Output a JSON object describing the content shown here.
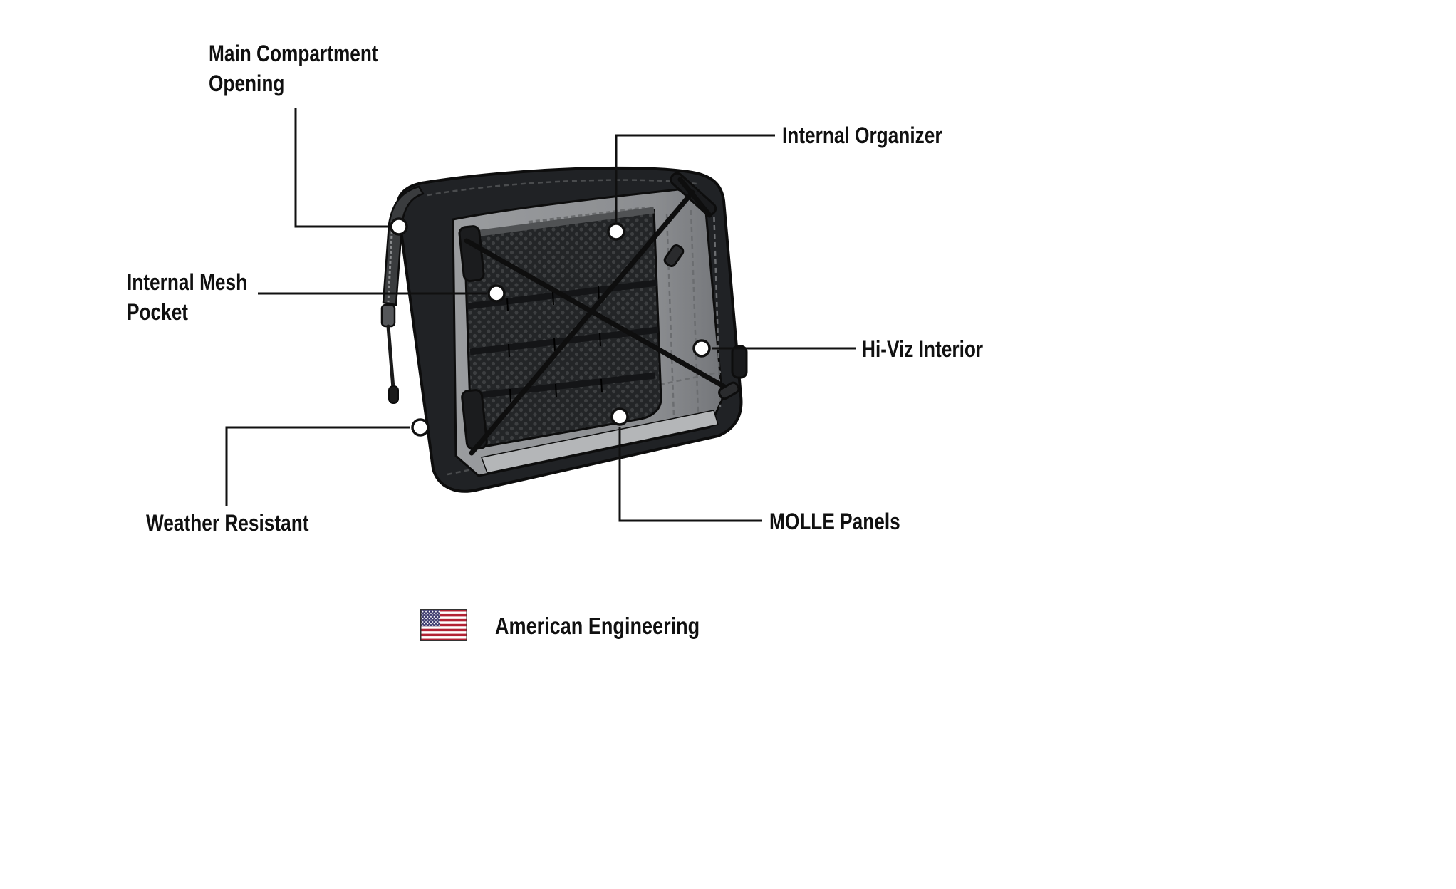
{
  "callouts": {
    "main_compartment": {
      "label": "Main Compartment\nOpening"
    },
    "internal_organizer": {
      "label": "Internal Organizer"
    },
    "internal_mesh": {
      "label": "Internal Mesh\nPocket"
    },
    "hi_viz": {
      "label": "Hi-Viz Interior"
    },
    "weather_resistant": {
      "label": "Weather Resistant"
    },
    "molle_panels": {
      "label": "MOLLE Panels"
    }
  },
  "footer": {
    "label": "American Engineering"
  },
  "icons": {
    "flag": "us-flag-icon",
    "callout_dot": "circle-marker-icon"
  },
  "colors": {
    "ink": "#101010",
    "bag_outer": "#202225",
    "bag_outline": "#0d0d0d",
    "interior_gray_light": "#9a9c9f",
    "interior_gray_dark": "#7c7e81",
    "floor_gray": "#b4b6b8",
    "mesh_base": "#232527",
    "mesh_dot": "#3d3f41",
    "flag_red": "#B22234",
    "flag_blue": "#3C3B6E",
    "flag_white": "#ffffff"
  }
}
